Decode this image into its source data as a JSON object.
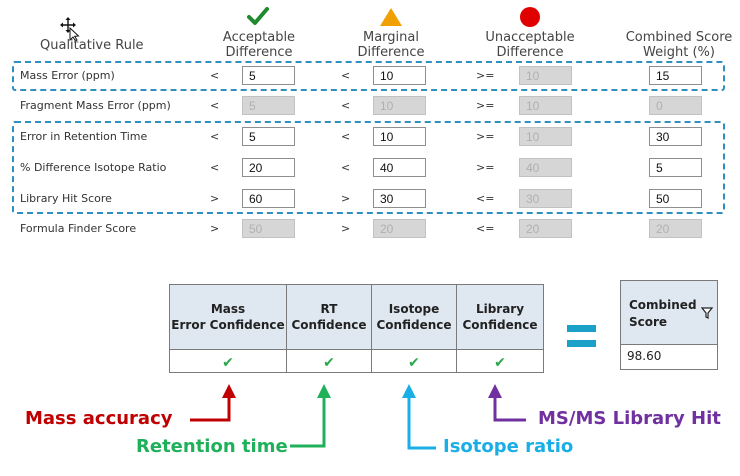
{
  "headers": {
    "rule": "Qualitative Rule",
    "acceptable": [
      "Acceptable",
      "Difference"
    ],
    "marginal": [
      "Marginal",
      "Difference"
    ],
    "unacceptable": [
      "Unacceptable",
      "Difference"
    ],
    "weight": [
      "Combined Score",
      "Weight (%)"
    ]
  },
  "rows": [
    {
      "label": "Mass Error (ppm)",
      "op1": "<",
      "v1": "5",
      "op2": "<",
      "v2": "10",
      "op3": ">=",
      "v3": "10",
      "w": "15",
      "dis": [
        false,
        false,
        true,
        false
      ]
    },
    {
      "label": "Fragment Mass Error (ppm)",
      "op1": "<",
      "v1": "5",
      "op2": "<",
      "v2": "10",
      "op3": ">=",
      "v3": "10",
      "w": "0",
      "dis": [
        true,
        true,
        true,
        true
      ]
    },
    {
      "label": "Error in Retention Time",
      "op1": "<",
      "v1": "5",
      "op2": "<",
      "v2": "10",
      "op3": ">=",
      "v3": "10",
      "w": "30",
      "dis": [
        false,
        false,
        true,
        false
      ]
    },
    {
      "label": "% Difference Isotope Ratio",
      "op1": "<",
      "v1": "20",
      "op2": "<",
      "v2": "40",
      "op3": ">=",
      "v3": "40",
      "w": "5",
      "dis": [
        false,
        false,
        true,
        false
      ]
    },
    {
      "label": "Library Hit Score",
      "op1": ">",
      "v1": "60",
      "op2": ">",
      "v2": "30",
      "op3": "<=",
      "v3": "30",
      "w": "50",
      "dis": [
        false,
        false,
        true,
        false
      ]
    },
    {
      "label": "Formula Finder Score",
      "op1": ">",
      "v1": "50",
      "op2": ">",
      "v2": "20",
      "op3": "<=",
      "v3": "20",
      "w": "20",
      "dis": [
        true,
        true,
        true,
        true
      ]
    }
  ],
  "confidence": {
    "columns": [
      [
        "Mass",
        "Error Confidence"
      ],
      [
        "RT",
        "Confidence"
      ],
      [
        "Isotope",
        "Confidence"
      ],
      [
        "Library",
        "Confidence"
      ]
    ],
    "check": "✔"
  },
  "combined": {
    "title": [
      "Combined",
      "Score"
    ],
    "value": "98.60"
  },
  "annotations": {
    "mass": "Mass accuracy",
    "rt": "Retention  time",
    "iso": "Isotope  ratio",
    "lib": "MS/MS  Library Hit"
  },
  "colors": {
    "mass": "#c00000",
    "rt": "#1fb05a",
    "iso": "#19aee6",
    "lib": "#7030a0",
    "accent": "#2f8fc0",
    "check": "#2aa84a",
    "marginal": "#f0a000",
    "unacceptable": "#e00000"
  },
  "icons": {
    "move": "move-cursor-icon",
    "filter": "filter-icon"
  }
}
